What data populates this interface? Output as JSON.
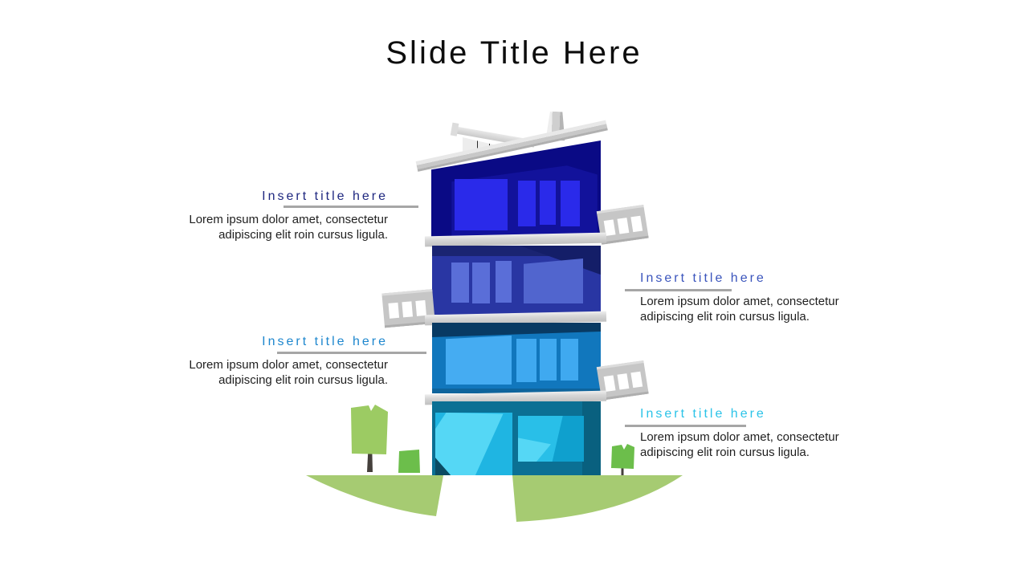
{
  "slide": {
    "title": "Slide Title Here"
  },
  "callouts": [
    {
      "title": "Insert title here",
      "accent": "#1f2880",
      "side": "left",
      "body_lines": [
        "Lorem ipsum dolor amet, consectetur",
        "adipiscing elit roin cursus ligula."
      ]
    },
    {
      "title": "Insert title here",
      "accent": "#3a54bc",
      "side": "right",
      "body_lines": [
        "Lorem ipsum dolor amet, consectetur",
        "adipiscing elit roin cursus ligula."
      ]
    },
    {
      "title": "Insert title here",
      "accent": "#1e87ce",
      "side": "left",
      "body_lines": [
        "Lorem ipsum dolor amet, consectetur",
        "adipiscing elit roin cursus ligula."
      ]
    },
    {
      "title": "Insert title here",
      "accent": "#2bc3e8",
      "side": "right",
      "body_lines": [
        "Lorem ipsum dolor amet, consectetur",
        "adipiscing elit roin cursus ligula."
      ]
    }
  ],
  "illustration": {
    "name": "four-story-modern-building",
    "colors": {
      "floor4_base": "#0a0a85",
      "floor4_window": "#2a2aea",
      "floor3_base": "#2936a3",
      "floor2_base": "#1177bd",
      "floor2_window": "#45acf2",
      "floor1_base": "#0b7094",
      "floor1_window_light": "#55d7f5",
      "roof_gray": "#c8c8c8",
      "grass": "#a6cb72",
      "tree_light_green": "#9ccb63",
      "tree_dark_green": "#6cbe4b",
      "trunk": "#45403c",
      "underline_gray": "#a6a6a6"
    }
  }
}
